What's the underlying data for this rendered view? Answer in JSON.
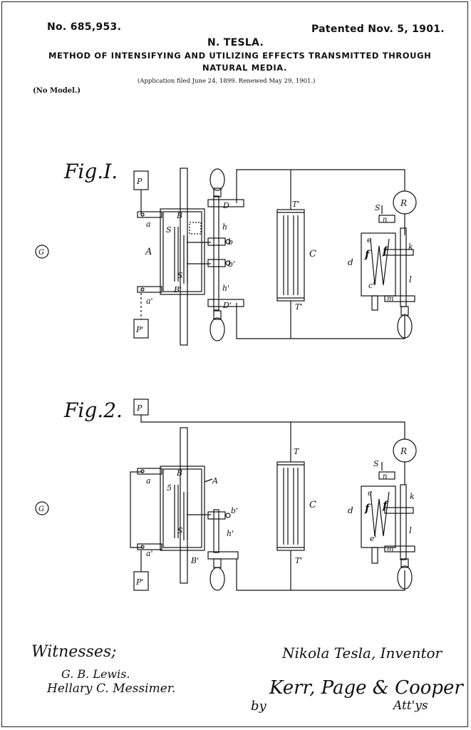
{
  "header": {
    "patent_no": "No. 685,953.",
    "patented": "Patented Nov. 5, 1901.",
    "inventor": "N. TESLA.",
    "title_line1": "METHOD OF INTENSIFYING AND UTILIZING EFFECTS TRANSMITTED THROUGH",
    "title_line2": "NATURAL MEDIA.",
    "application": "(Application filed June 24, 1899. Renewed May 29, 1901.)",
    "model": "(No Model.)"
  },
  "fig1": {
    "title": "Fig.I.",
    "labels": {
      "P": "P",
      "Pp": "P'",
      "a": "a",
      "ap": "a'",
      "A": "A",
      "G": "G",
      "B": "B",
      "Bp": "B'",
      "s": "S",
      "sp": "S'",
      "D": "D",
      "Dp": "D'",
      "h": "h",
      "hp": "h'",
      "b": "b",
      "bp": "b'",
      "T": "T'",
      "Tp": "T'",
      "C": "C",
      "R": "R",
      "S": "S",
      "n": "n",
      "e": "e",
      "ep": "c'",
      "d": "d",
      "f1": "f",
      "f2": "f",
      "k": "k",
      "l": "l",
      "m": "m"
    }
  },
  "fig2": {
    "title": "Fig.2.",
    "labels": {
      "P": "P",
      "Pp": "P'",
      "a": "a",
      "ap": "a'",
      "A": "A",
      "G": "G",
      "B": "B",
      "Bp": "B'",
      "s": "5",
      "sp": "S'",
      "bp": "b'",
      "hp": "h'",
      "T": "T",
      "Tp": "T'",
      "C": "C",
      "R": "R",
      "S": "S",
      "n": "n",
      "e": "c",
      "ep": "e'",
      "d": "d",
      "f1": "f",
      "f2": "f",
      "k": "k",
      "l": "l",
      "m": "m"
    }
  },
  "footer": {
    "witnesses": "Witnesses;",
    "witness1": "G. B. Lewis.",
    "witness2": "Hellary C. Messimer.",
    "inventor_sig": "Nikola Tesla, Inventor",
    "by": "by",
    "attorneys": "Kerr, Page & Cooper",
    "attys": "Att'ys"
  }
}
